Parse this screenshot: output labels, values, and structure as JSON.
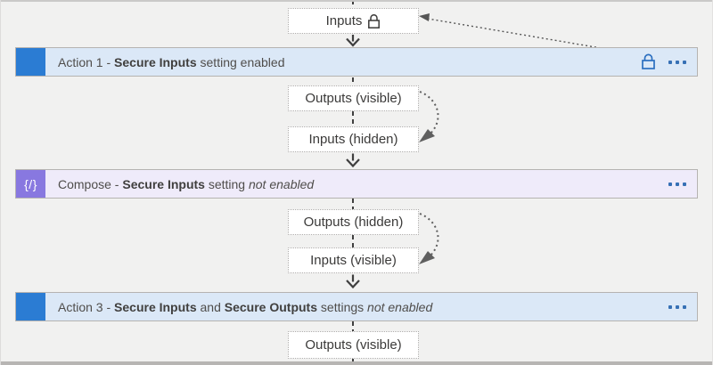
{
  "nodes": {
    "inputs_top": "Inputs",
    "outputs_visible_1": "Outputs (visible)",
    "inputs_hidden": "Inputs (hidden)",
    "outputs_hidden": "Outputs (hidden)",
    "inputs_visible": "Inputs (visible)",
    "outputs_visible_2": "Outputs (visible)"
  },
  "rows": {
    "action1": {
      "prefix": "Action 1 - ",
      "bold1": "Secure Inputs",
      "suffix": " setting enabled"
    },
    "compose": {
      "icon_glyph": "{/}",
      "prefix": "Compose - ",
      "bold1": "Secure Inputs",
      "mid1": " setting ",
      "italic": "not enabled"
    },
    "action3": {
      "prefix": "Action 3 - ",
      "bold1": "Secure Inputs",
      "mid1": " and ",
      "bold2": "Secure Outputs",
      "mid2": " settings ",
      "italic": "not enabled"
    }
  },
  "icons": {
    "lock": "lock-outline",
    "more_options": "horizontal-ellipsis",
    "compose": "curly-braces-slash"
  },
  "colors": {
    "action_row_bg": "#dbe8f7",
    "action_icon_bg": "#2b7cd3",
    "compose_row_bg": "#efebfa",
    "compose_icon_bg": "#8878e0",
    "accent_blue": "#3670b5",
    "secure_lock_blue": "#2b6fc0",
    "connector_gray": "#3f3f3f",
    "page_bg": "#f1f1f0"
  }
}
